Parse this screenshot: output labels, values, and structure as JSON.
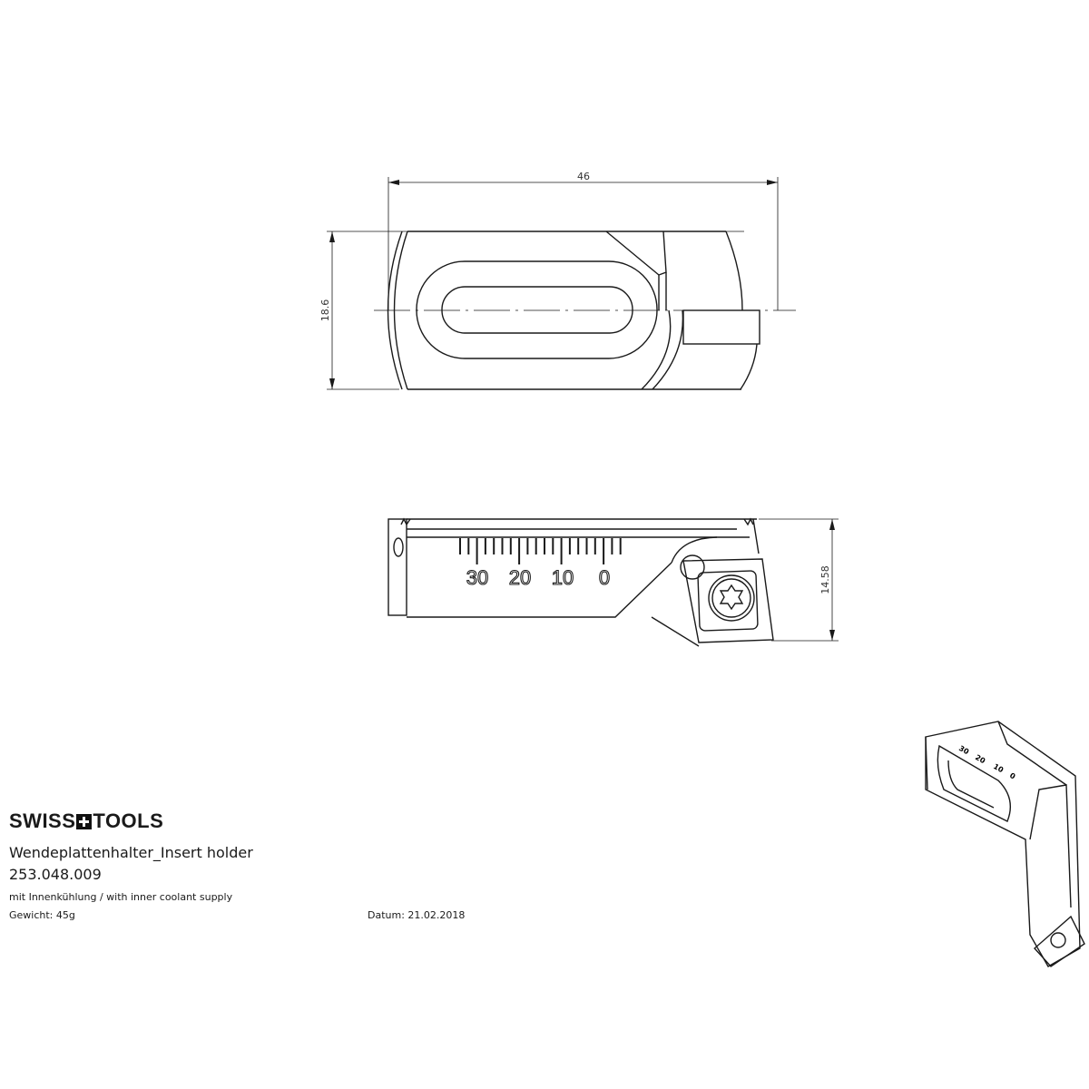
{
  "drawing": {
    "top_view": {
      "width_dim": "46",
      "height_dim": "18.6"
    },
    "side_view": {
      "height_dim": "14.58",
      "scale_labels": [
        "30",
        "20",
        "10",
        "0"
      ]
    },
    "iso_view": {
      "scale_labels": [
        "30",
        "20",
        "10",
        "0"
      ]
    }
  },
  "title_block": {
    "logo_left": "SWISS",
    "logo_right": "TOOLS",
    "title": "Wendeplattenhalter_Insert holder",
    "part_number": "253.048.009",
    "description": "mit Innenkühlung / with inner coolant supply",
    "weight": "Gewicht: 45g",
    "date": "Datum: 21.02.2018"
  }
}
